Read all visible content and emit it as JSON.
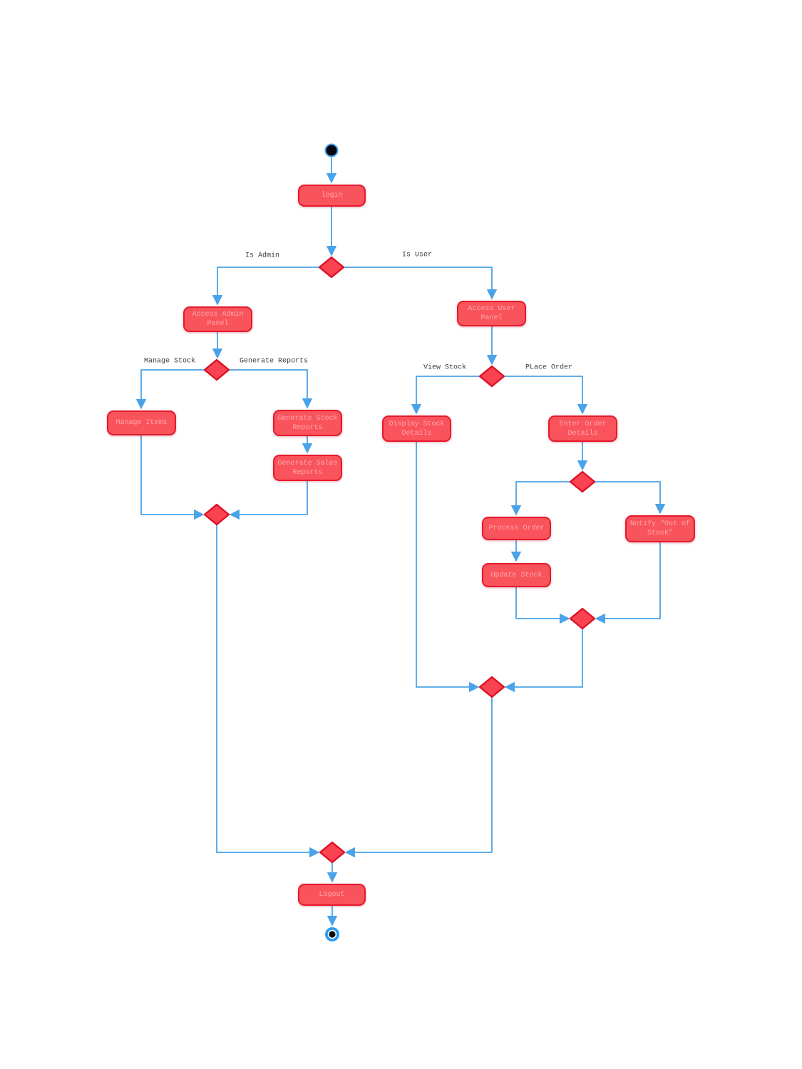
{
  "diagram": {
    "type": "uml-activity-diagram",
    "colors": {
      "node_fill": "#f9545c",
      "node_border": "#e51a2e",
      "node_text": "#ffa6ab",
      "diamond_fill": "#f94350",
      "diamond_border": "#de1126",
      "line": "#4aa3e8",
      "label_text": "#3d3d3d",
      "start_fill": "#06070f",
      "end_outer": "#2e9cf0",
      "end_inner": "#0a0a0a",
      "bg": "#ffffff"
    },
    "nodes": {
      "login": {
        "label": "login"
      },
      "access_admin_panel": {
        "label": "Access Admin\nPanel"
      },
      "access_user_panel": {
        "label": "Access User\nPanel"
      },
      "manage_items": {
        "label": "Manage Items"
      },
      "generate_stock_reports": {
        "label": "Generate Stock\nReports"
      },
      "generate_sales_reports": {
        "label": "Generate Sales\nReports"
      },
      "display_stock_details": {
        "label": "Display Stock\nDetails"
      },
      "enter_order_details": {
        "label": "Enter Order\nDetails"
      },
      "process_order": {
        "label": "Process Order"
      },
      "notify_out_of_stock": {
        "label": "Notify “Out of\nStock”"
      },
      "update_stock": {
        "label": "Update Stock"
      },
      "logout": {
        "label": "Logout"
      }
    },
    "edge_labels": {
      "is_admin": "Is Admin",
      "is_user": "Is User",
      "manage_stock": "Manage Stock",
      "generate_reports": "Generate Reports",
      "view_stock": "View Stock",
      "place_order": "PLace Order"
    }
  }
}
